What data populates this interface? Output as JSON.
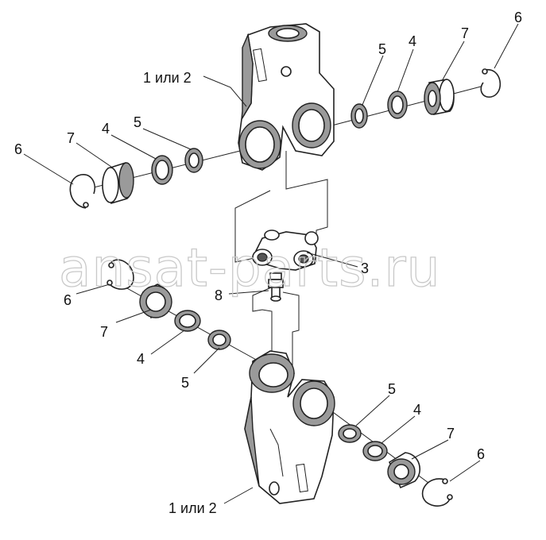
{
  "watermark": "ansat-parts.ru",
  "labels": {
    "yoke_top": "1 или 2",
    "yoke_bottom": "1 или 2",
    "cross": "3",
    "seal": "4",
    "washer": "5",
    "circlip": "6",
    "cup": "7",
    "grease_fitting": "8"
  }
}
